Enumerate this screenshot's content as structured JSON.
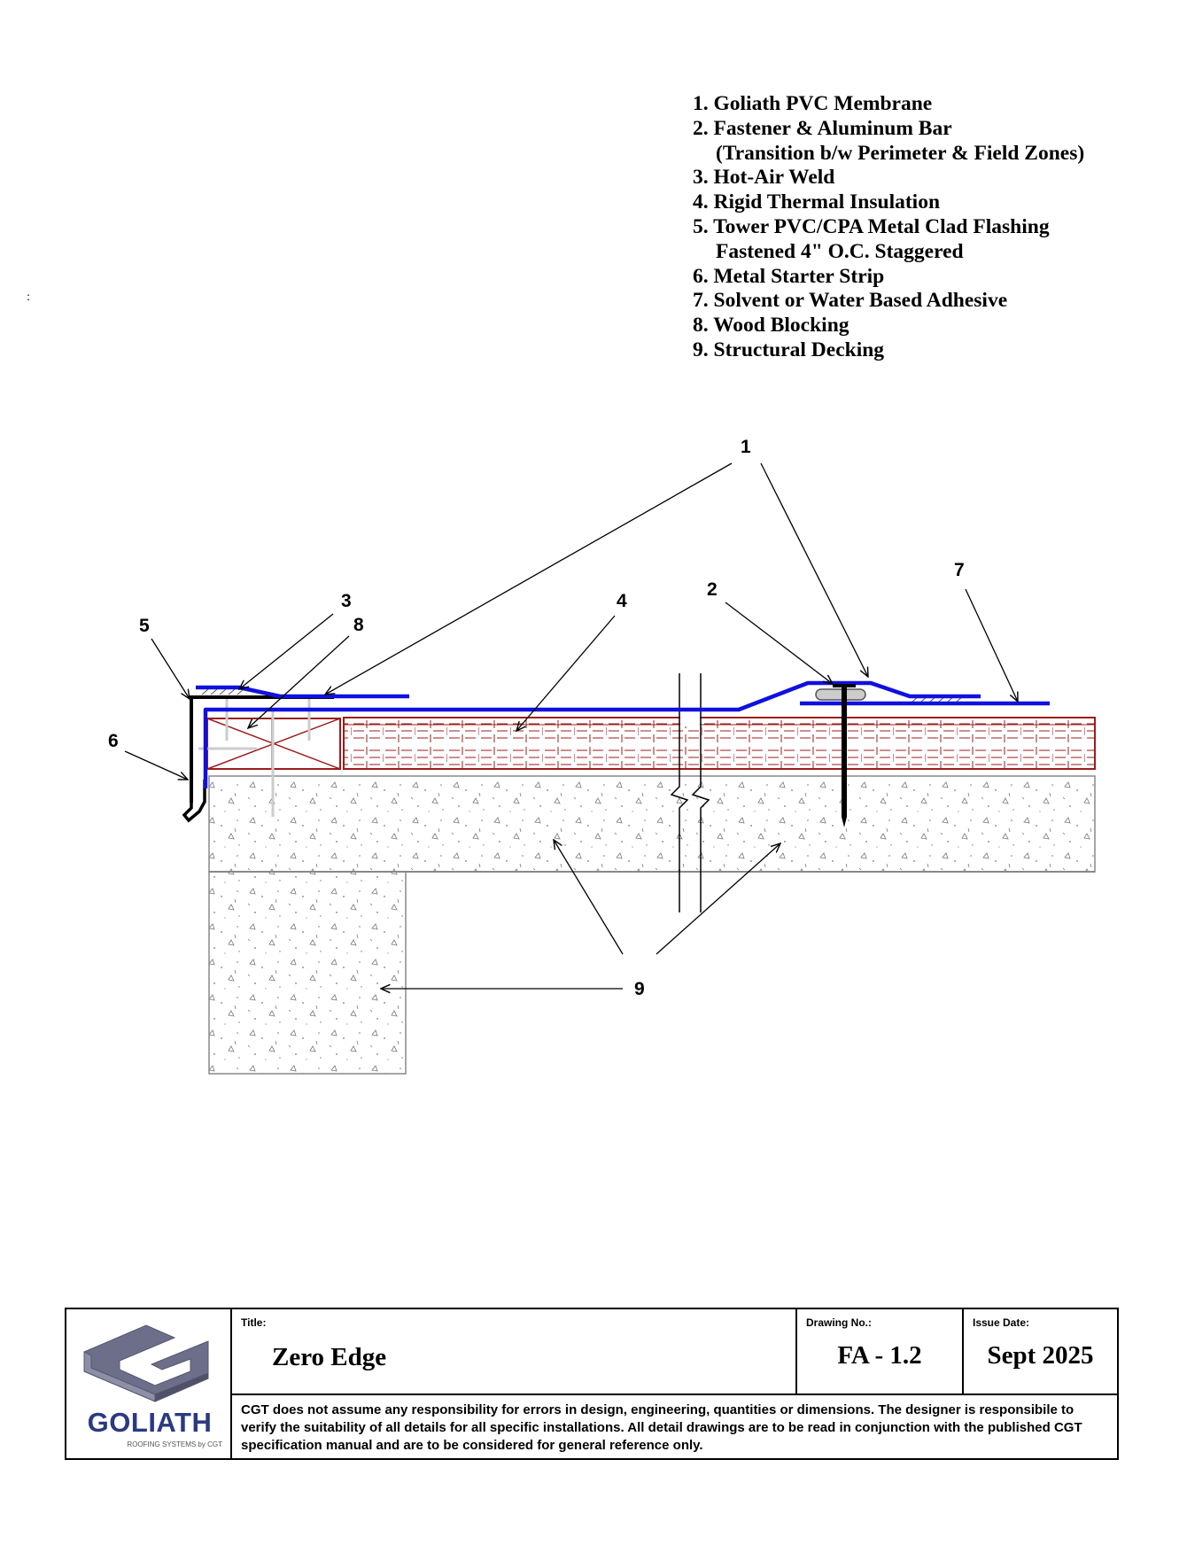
{
  "legend": {
    "items": [
      {
        "text": "1. Goliath PVC Membrane"
      },
      {
        "text": "2. Fastener & Aluminum Bar",
        "cont": "(Transition b/w Perimeter & Field Zones)"
      },
      {
        "text": "3. Hot-Air Weld"
      },
      {
        "text": "4. Rigid Thermal Insulation"
      },
      {
        "text": "5. Tower PVC/CPA Metal Clad Flashing",
        "cont": "Fastened 4\" O.C. Staggered"
      },
      {
        "text": "6. Metal Starter Strip"
      },
      {
        "text": "7. Solvent or Water Based Adhesive"
      },
      {
        "text": "8. Wood Blocking"
      },
      {
        "text": "9. Structural Decking"
      }
    ]
  },
  "stray_mark": ":",
  "callouts": {
    "c1": "1",
    "c2": "2",
    "c3": "3",
    "c4": "4",
    "c5": "5",
    "c6": "6",
    "c7": "7",
    "c8": "8",
    "c9": "9"
  },
  "colors": {
    "membrane": "#1010e0",
    "insulation": "#9b1c1c",
    "concrete": "#808080",
    "logo": "#6d6f8a",
    "brand": "#2b3a80"
  },
  "titleblock": {
    "title_label": "Title:",
    "title_value": "Zero Edge",
    "drawing_label": "Drawing No.:",
    "drawing_value": "FA - 1.2",
    "date_label": "Issue Date:",
    "date_value": "Sept 2025",
    "disclaimer": "CGT does not assume any responsibility for errors in design, engineering, quantities or dimensions. The designer is responsibile to verify the suitability of all details for all specific installations. All detail drawings are to be read in conjunction with the published CGT specification manual and are to be considered for general reference only.",
    "brand": "GOLIATH",
    "brand_sub": "ROOFING SYSTEMS by CGT",
    "logo_icon": "goliath-logo-icon"
  }
}
